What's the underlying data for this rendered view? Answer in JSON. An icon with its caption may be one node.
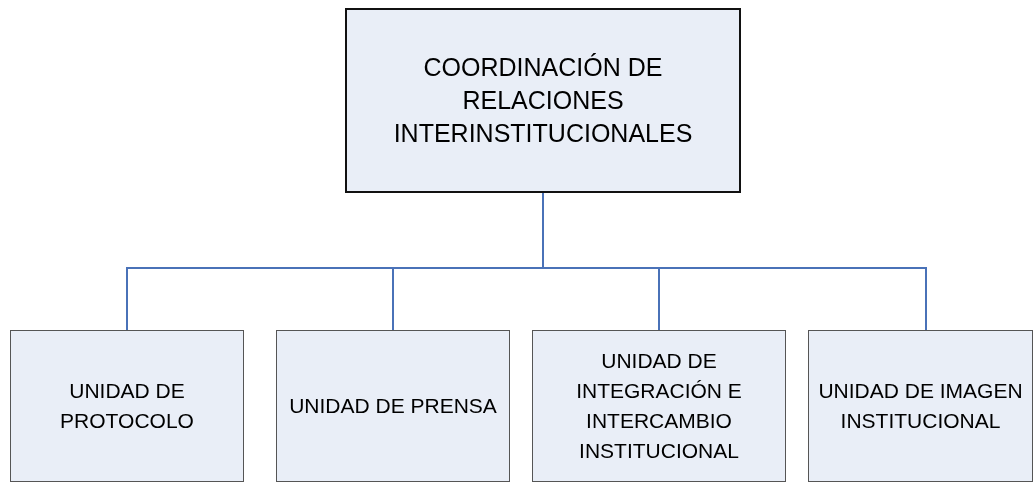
{
  "diagram": {
    "nodes": [
      {
        "text": [
          "COORDINACIÓN  DE RELACIONES INTERINSTITUCIONALES"
        ]
      },
      {
        "text": [
          "UNIDAD DE PROTOCOLO"
        ]
      },
      {
        "text": [
          "UNIDAD DE PRENSA"
        ]
      },
      {
        "text": [
          "UNIDAD DE INTEGRACIÓN E INTERCAMBIO INSTITUCIONAL"
        ]
      },
      {
        "text": [
          "UNIDAD DE IMAGEN INSTITUCIONAL"
        ]
      }
    ],
    "edges": [
      {
        "from": 0,
        "to": 1,
        "arrow": "none"
      },
      {
        "from": 0,
        "to": 2,
        "arrow": "none"
      },
      {
        "from": 0,
        "to": 3,
        "arrow": "none"
      },
      {
        "from": 0,
        "to": 4,
        "arrow": "none"
      }
    ]
  }
}
